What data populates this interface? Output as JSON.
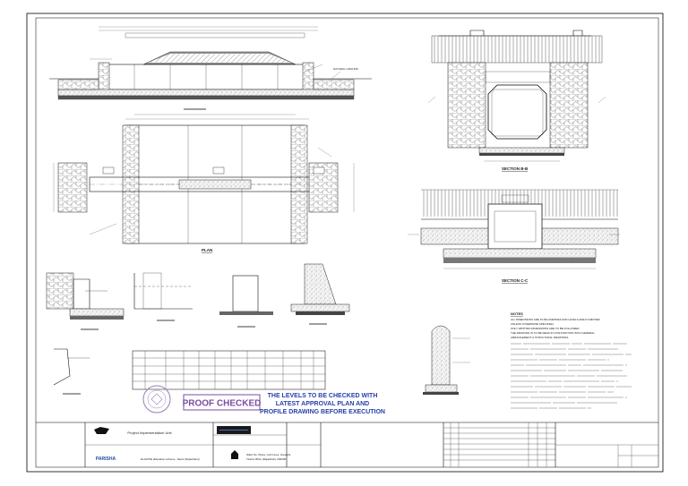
{
  "drawing": {
    "views": {
      "plan": "PLAN",
      "section_bb": "SECTION B-B",
      "section_cc": "SECTION C-C"
    },
    "callouts": {
      "natural_ground": "NATURAL GROUND"
    },
    "notes_title": "NOTES",
    "notes": [
      "ALL DIMENSIONS ARE IN MILLIMETRES AND LEVELS ARE IN METRES",
      "UNLESS OTHERWISE SPECIFIED.",
      "ONLY WRITTEN DIMENSIONS ARE TO BE FOLLOWED.",
      "THE DRAWING IS TO BE READ IN CONJUNCTION WITH GENERAL",
      "ARRANGEMENT & STRUCTURAL DRAWINGS."
    ],
    "stamp_text": "PROOF CHECKED",
    "warning": [
      "THE LEVELS TO BE CHECKED WITH",
      "LATEST APPROVAL PLAN AND",
      "PROFILE DRAWING BEFORE EXECUTION"
    ]
  },
  "title_block": {
    "consultant_line": "Project Implementation Unit",
    "client_logo": "PARISHA",
    "project_line": "ELAVATE (Elevation scheme, Jaipur (Rajasthan))",
    "address_line1": "Ward No. Plaza, Civil Lines, Ganeshi,",
    "address_line2": "Tiraha Office (Rajasthan) 302006"
  },
  "colors": {
    "warning_text": "#2a3fa8",
    "stamp": "#7a4ea0",
    "seal": "#9b7bb8"
  }
}
